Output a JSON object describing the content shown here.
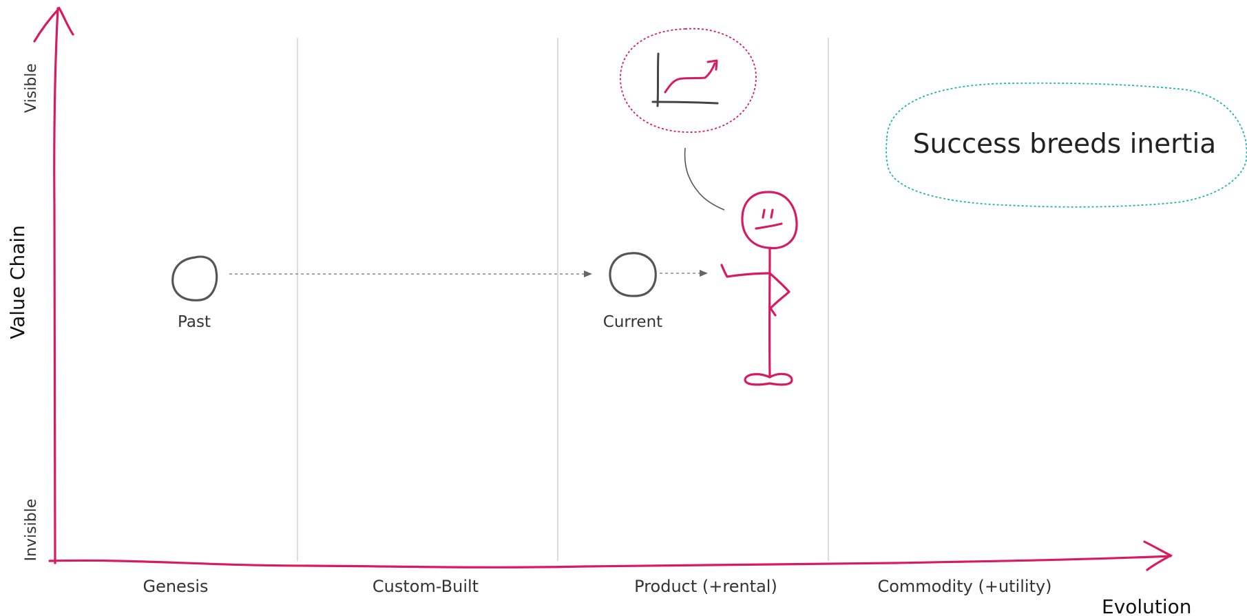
{
  "map": {
    "y_axis": {
      "title": "Value Chain",
      "top_label": "Visible",
      "bottom_label": "Invisible"
    },
    "x_axis": {
      "title": "Evolution"
    },
    "stages": [
      "Genesis",
      "Custom-Built",
      "Product (+rental)",
      "Commodity (+utility)"
    ],
    "components": [
      {
        "label": "Past"
      },
      {
        "label": "Current"
      }
    ],
    "note": "Success breeds inertia"
  },
  "colors": {
    "axis": "#d81b60",
    "figure": "#d81b60",
    "component": "#555555",
    "divider": "#d0d0d0",
    "arrow": "#666666",
    "thought_bubble": "#d81b60",
    "note_outline": "#1fb5a8"
  },
  "icons": [
    "stick-figure-icon",
    "growth-chart-icon"
  ]
}
